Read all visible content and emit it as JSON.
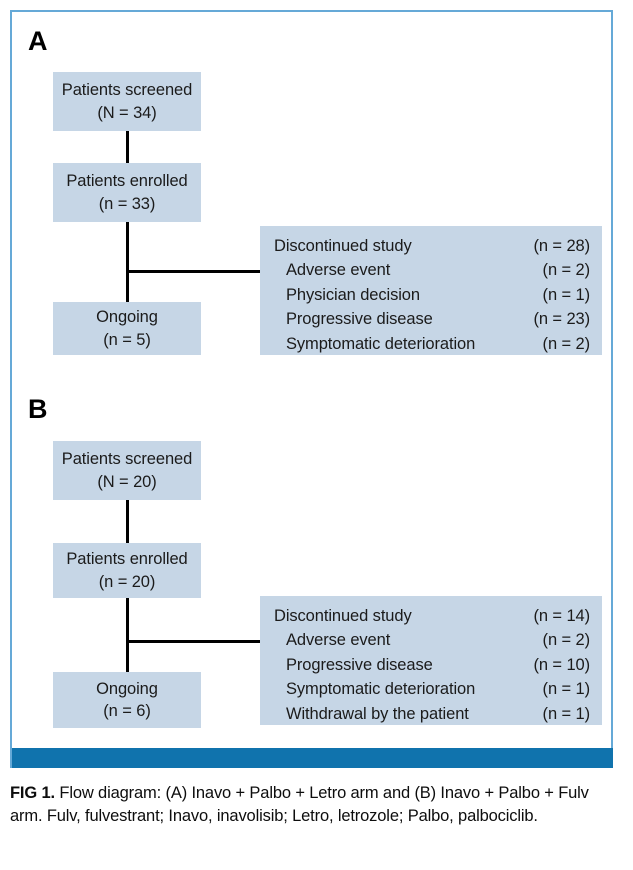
{
  "figure": {
    "accent_border_color": "#65a9d7",
    "bottom_bar_color": "#1073ad",
    "box_fill_color": "#c6d6e6",
    "connector_color": "#000000"
  },
  "panels": [
    {
      "label": "A",
      "boxes": [
        {
          "name": "patients-screened",
          "line1": "Patients screened",
          "line2": "(N = 34)"
        },
        {
          "name": "patients-enrolled",
          "line1": "Patients enrolled",
          "line2": "(n = 33)"
        },
        {
          "name": "ongoing",
          "line1": "Ongoing",
          "line2": "(n = 5)"
        }
      ],
      "discontinued": {
        "title": "Discontinued study",
        "title_count": "(n = 28)",
        "reasons": [
          {
            "reason": "Adverse event",
            "count": "(n = 2)"
          },
          {
            "reason": "Physician decision",
            "count": "(n = 1)"
          },
          {
            "reason": "Progressive disease",
            "count": "(n = 23)"
          },
          {
            "reason": "Symptomatic deterioration",
            "count": "(n = 2)"
          }
        ]
      }
    },
    {
      "label": "B",
      "boxes": [
        {
          "name": "patients-screened",
          "line1": "Patients screened",
          "line2": "(N = 20)"
        },
        {
          "name": "patients-enrolled",
          "line1": "Patients enrolled",
          "line2": "(n = 20)"
        },
        {
          "name": "ongoing",
          "line1": "Ongoing",
          "line2": "(n = 6)"
        }
      ],
      "discontinued": {
        "title": "Discontinued study",
        "title_count": "(n = 14)",
        "reasons": [
          {
            "reason": "Adverse event",
            "count": "(n = 2)"
          },
          {
            "reason": "Progressive disease",
            "count": "(n = 10)"
          },
          {
            "reason": "Symptomatic deterioration",
            "count": "(n = 1)"
          },
          {
            "reason": "Withdrawal by the patient",
            "count": "(n = 1)"
          }
        ]
      }
    }
  ],
  "caption": {
    "fig_label": "FIG 1.",
    "text": " Flow diagram: (A) Inavo + Palbo + Letro arm and (B) Inavo + Palbo + Fulv arm. Fulv, fulvestrant; Inavo, inavolisib; Letro, letrozole; Palbo, palbociclib."
  }
}
